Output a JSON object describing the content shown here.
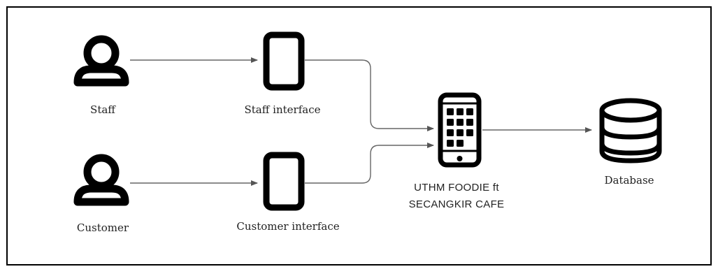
{
  "diagram": {
    "nodes": {
      "staff": {
        "label": "Staff",
        "icon": "user-icon"
      },
      "customer": {
        "label": "Customer",
        "icon": "user-icon"
      },
      "staff_interface": {
        "label": "Staff interface",
        "icon": "phone-icon"
      },
      "customer_interface": {
        "label": "Customer interface",
        "icon": "phone-icon"
      },
      "app": {
        "label_line1": "UTHM FOODIE ft",
        "label_line2": "SECANGKIR CAFE",
        "icon": "app-phone-icon"
      },
      "database": {
        "label": "Database",
        "icon": "database-icon"
      }
    },
    "edges": [
      {
        "from": "Staff",
        "to": "Staff interface"
      },
      {
        "from": "Customer",
        "to": "Customer interface"
      },
      {
        "from": "Staff interface",
        "to": "UTHM FOODIE ft SECANGKIR CAFE"
      },
      {
        "from": "Customer interface",
        "to": "UTHM FOODIE ft SECANGKIR CAFE"
      },
      {
        "from": "UTHM FOODIE ft SECANGKIR CAFE",
        "to": "Database"
      }
    ],
    "colors": {
      "icon": "#000000",
      "connector": "#666666",
      "border": "#000000"
    }
  }
}
